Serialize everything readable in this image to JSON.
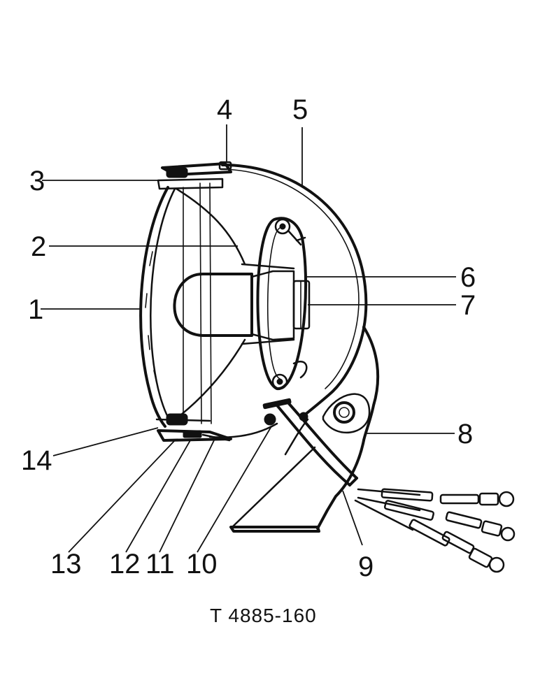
{
  "diagram": {
    "callouts": [
      {
        "id": "1",
        "label": "1"
      },
      {
        "id": "2",
        "label": "2"
      },
      {
        "id": "3",
        "label": "3"
      },
      {
        "id": "4",
        "label": "4"
      },
      {
        "id": "5",
        "label": "5"
      },
      {
        "id": "6",
        "label": "6"
      },
      {
        "id": "7",
        "label": "7"
      },
      {
        "id": "8",
        "label": "8"
      },
      {
        "id": "9",
        "label": "9"
      },
      {
        "id": "10",
        "label": "10"
      },
      {
        "id": "11",
        "label": "11"
      },
      {
        "id": "12",
        "label": "12"
      },
      {
        "id": "13",
        "label": "13"
      },
      {
        "id": "14",
        "label": "14"
      }
    ],
    "caption": "T 4885-160"
  }
}
